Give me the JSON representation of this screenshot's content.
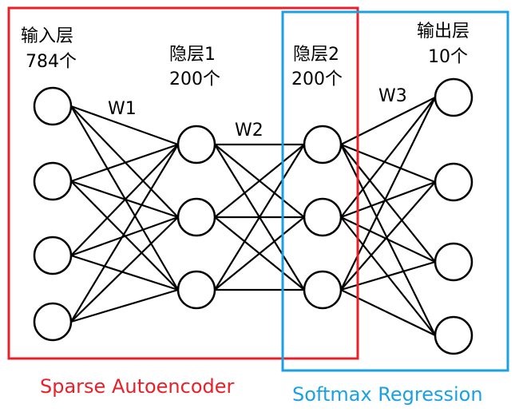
{
  "diagram": {
    "title": "Stacked network: Sparse Autoencoder + Softmax Regression",
    "layers": [
      {
        "id": "input",
        "name": "输入层",
        "count_label": "784个",
        "shown_nodes": 4
      },
      {
        "id": "hidden1",
        "name": "隐层1",
        "count_label": "200个",
        "shown_nodes": 3
      },
      {
        "id": "hidden2",
        "name": "隐层2",
        "count_label": "200个",
        "shown_nodes": 3
      },
      {
        "id": "output",
        "name": "输出层",
        "count_label": "10个",
        "shown_nodes": 4
      }
    ],
    "weights": [
      {
        "id": "w1",
        "label": "W1",
        "from": "input",
        "to": "hidden1"
      },
      {
        "id": "w2",
        "label": "W2",
        "from": "hidden1",
        "to": "hidden2"
      },
      {
        "id": "w3",
        "label": "W3",
        "from": "hidden2",
        "to": "output"
      }
    ],
    "groups": [
      {
        "id": "sparse-autoencoder",
        "label": "Sparse Autoencoder",
        "color": "#e8202a",
        "covers": [
          "input",
          "hidden1",
          "hidden2"
        ]
      },
      {
        "id": "softmax-regression",
        "label": "Softmax Regression",
        "color": "#1ba1e2",
        "covers": [
          "hidden2",
          "output"
        ]
      }
    ],
    "connectivity": "fully-connected"
  }
}
